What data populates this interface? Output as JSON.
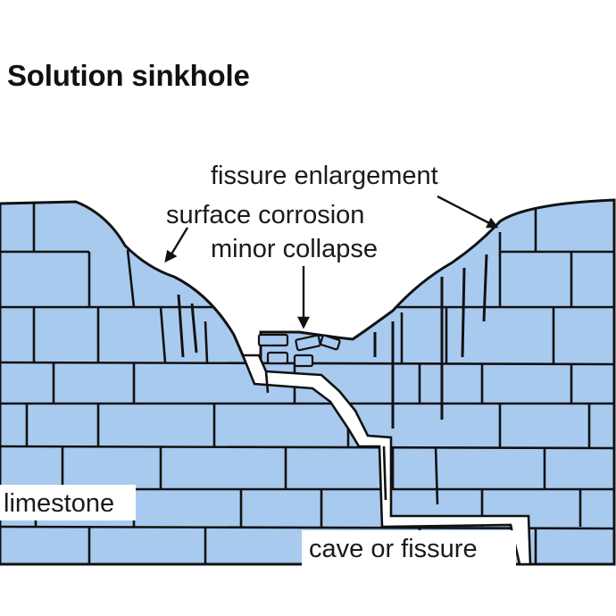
{
  "title": "Solution sinkhole",
  "labels": {
    "fissure_enlargement": "fissure enlargement",
    "surface_corrosion": "surface corrosion",
    "minor_collapse": "minor collapse",
    "limestone": "limestone",
    "cave_or_fissure": "cave or fissure"
  },
  "colors": {
    "rock": "#a9caef",
    "outline": "#111111",
    "void": "#ffffff",
    "label_box": "#ffffff"
  }
}
